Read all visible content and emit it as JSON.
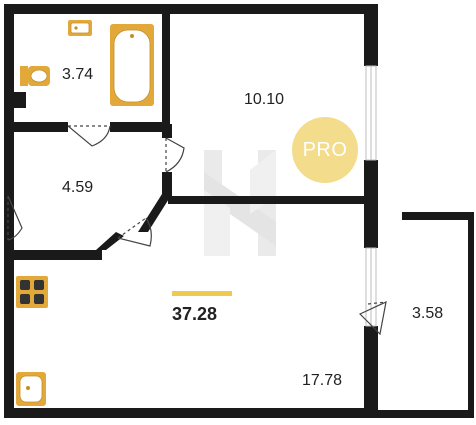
{
  "rooms": {
    "bathroom": {
      "area": "3.74"
    },
    "living_room": {
      "area": "10.10"
    },
    "hallway": {
      "area": "4.59"
    },
    "kitchen": {
      "area": "17.78"
    },
    "balcony": {
      "area": "3.58"
    }
  },
  "total_area": "37.28",
  "badge": {
    "text": "PRO"
  },
  "colors": {
    "wall": "#1a1a1a",
    "accent": "#f2c94c",
    "badge_bg": "#f3dc8c",
    "fixture": "#e2a93a",
    "watermark": "#c9c9c9",
    "window": "#cfcfcf"
  },
  "icons": {
    "stove": "stove-icon",
    "kitchen_sink": "kitchen-sink-icon",
    "bathroom_sink": "bathroom-sink-icon",
    "toilet": "toilet-icon",
    "bathtub": "bathtub-icon",
    "watermark": "logo-watermark"
  }
}
